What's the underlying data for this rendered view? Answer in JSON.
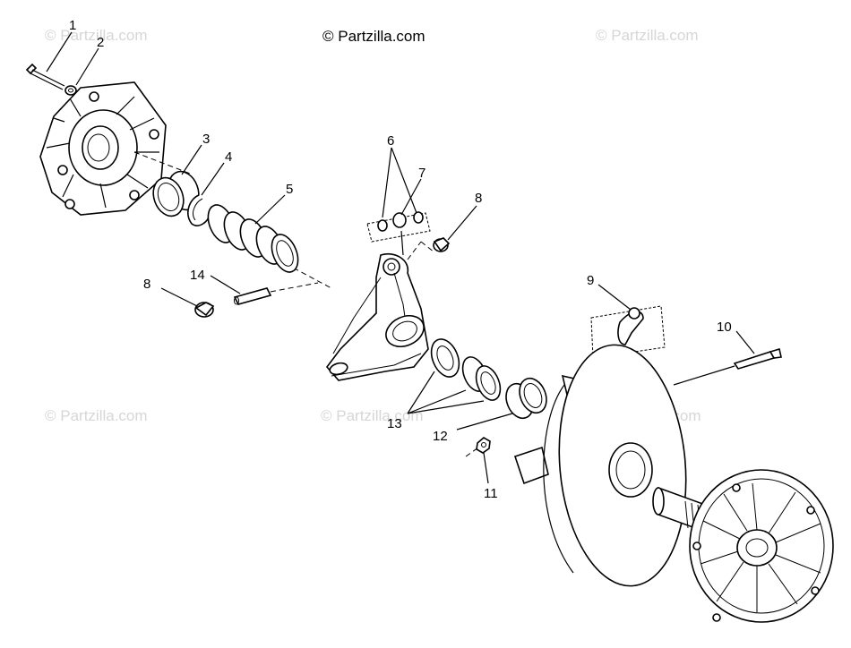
{
  "copyright_label": "© Partzilla.com",
  "watermark_text": "© Partzilla.com",
  "callouts": [
    {
      "id": "c1",
      "label": "1"
    },
    {
      "id": "c2",
      "label": "2"
    },
    {
      "id": "c3",
      "label": "3"
    },
    {
      "id": "c4",
      "label": "4"
    },
    {
      "id": "c5",
      "label": "5"
    },
    {
      "id": "c6",
      "label": "6"
    },
    {
      "id": "c7",
      "label": "7"
    },
    {
      "id": "c8a",
      "label": "8"
    },
    {
      "id": "c8b",
      "label": "8"
    },
    {
      "id": "c9",
      "label": "9"
    },
    {
      "id": "c10",
      "label": "10"
    },
    {
      "id": "c11",
      "label": "11"
    },
    {
      "id": "c12",
      "label": "12"
    },
    {
      "id": "c13",
      "label": "13"
    },
    {
      "id": "c14",
      "label": "14"
    }
  ]
}
